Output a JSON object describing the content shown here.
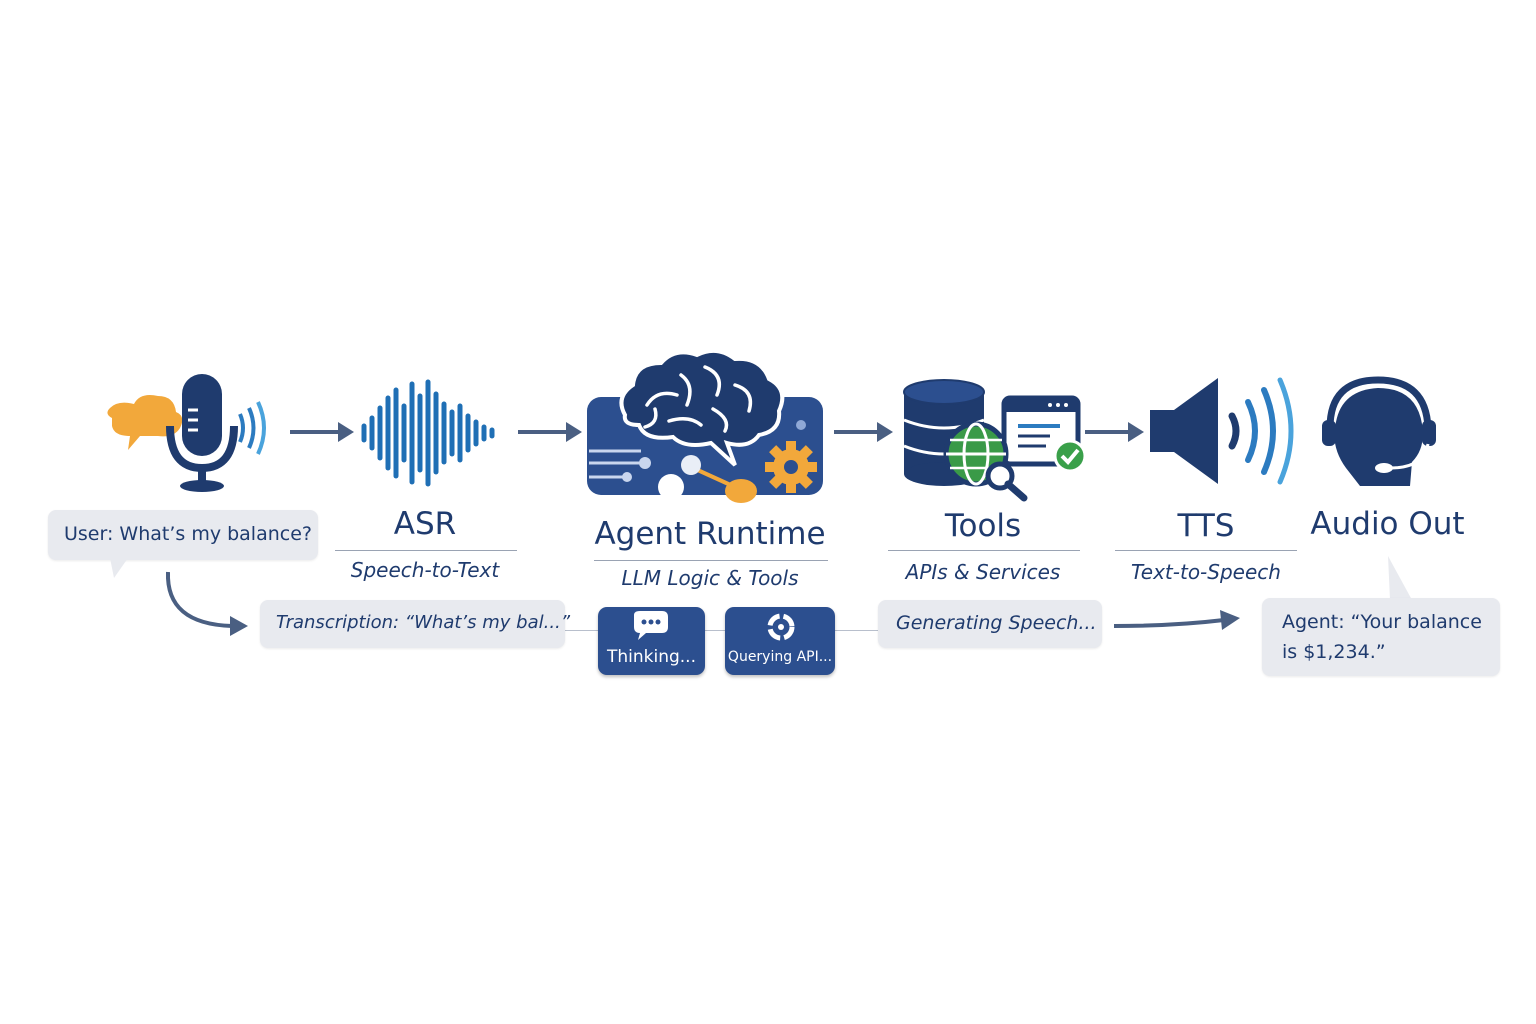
{
  "stages": {
    "asr": {
      "title": "ASR",
      "subtitle": "Speech-to-Text"
    },
    "agent": {
      "title": "Agent Runtime",
      "subtitle": "LLM Logic & Tools"
    },
    "tools": {
      "title": "Tools",
      "subtitle": "APIs & Services"
    },
    "tts": {
      "title": "TTS",
      "subtitle": "Text-to-Speech"
    },
    "audio_out": {
      "title": "Audio Out"
    }
  },
  "bubbles": {
    "user": "User: What’s my balance?",
    "transcription": "Transcription: “What’s my bal...”",
    "generating": "Generating Speech...",
    "agent_reply_line1": "Agent: “Your balance",
    "agent_reply_line2": "is $1,234.”"
  },
  "chips": {
    "thinking": "Thinking...",
    "querying": "Querying API..."
  },
  "icons": {
    "microphone": "microphone-icon",
    "waveform": "waveform-icon",
    "brain": "brain-icon",
    "database": "database-icon",
    "speaker": "speaker-icon",
    "headset": "headset-icon"
  },
  "colors": {
    "navy": "#1f3b6e",
    "blue": "#2c7bc0",
    "accent_orange": "#f2a83b",
    "bubble_gray": "#e8eaef",
    "arrow": "#4a5f82"
  }
}
